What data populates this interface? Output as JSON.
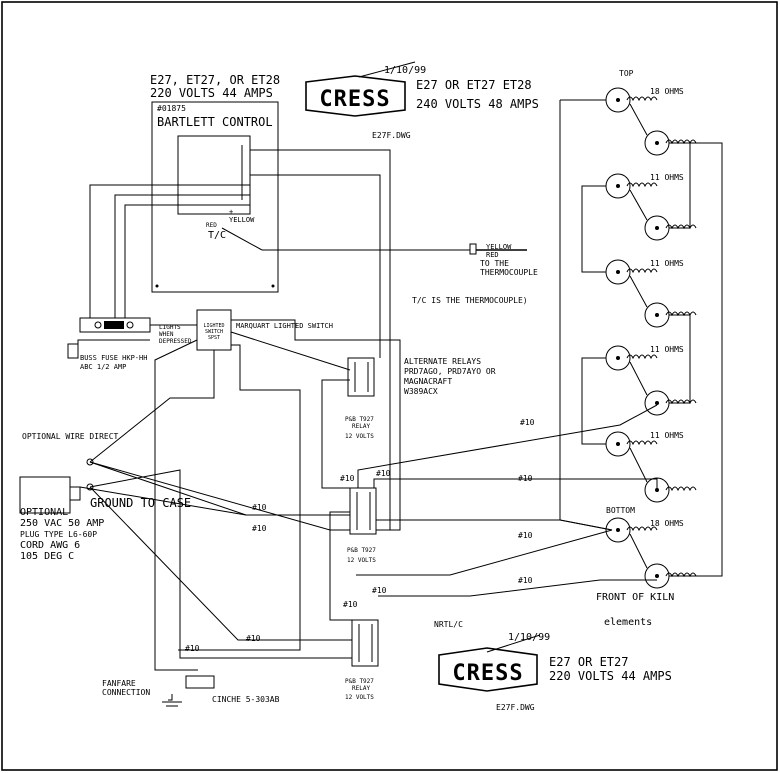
{
  "title_top": {
    "date": "1/10/99",
    "logo": "CRESS",
    "models": "E27 OR ET27 ET28",
    "rating": "240 VOLTS 48 AMPS",
    "file": "E27F.DWG"
  },
  "title_bottom": {
    "date": "1/10/99",
    "logo": "CRESS",
    "models": "E27 OR ET27",
    "rating": "220 VOLTS 44 AMPS",
    "file": "E27F.DWG",
    "nrtl": "NRTL/C"
  },
  "control": {
    "header1": "E27, ET27, OR ET28",
    "header2": "220 VOLTS 44 AMPS",
    "part": "#01875",
    "name": "BARTLETT CONTROL",
    "red": "RED",
    "yellow": "YELLOW",
    "plus": "+",
    "tc": "T/C"
  },
  "thermocouple": {
    "yellow": "YELLOW",
    "red": "RED",
    "to_the": "TO THE",
    "name": "THERMOCOUPLE",
    "note": "T/C IS THE THERMOCOUPLE)"
  },
  "switch": {
    "lights1": "LIGHTS",
    "lights2": "WHEN",
    "lights3": "DEPRESSED",
    "box1": "LIGHTED",
    "box2": "SWITCH",
    "box3": "SPST",
    "name": "MARQUART LIGHTED SWITCH"
  },
  "fuse": {
    "line1": "BUSS FUSE HKP-HH",
    "line2": "ABC 1/2 AMP"
  },
  "relays": {
    "alt1": "ALTERNATE RELAYS",
    "alt2": "PRD7AGO, PRD7AYO OR",
    "alt3": "MAGNACRAFT",
    "alt4": "W389ACX",
    "r_name": "P&B T927",
    "r_relay": "RELAY",
    "r_volts": "12 VOLTS"
  },
  "wires": {
    "gauge": "#10"
  },
  "power": {
    "optional_direct": "OPTIONAL WIRE DIRECT",
    "ground": "GROUND TO CASE",
    "optional": "OPTIONAL",
    "line1": "250 VAC 50 AMP",
    "line2": "PLUG TYPE L6-60P",
    "line3": "CORD AWG 6",
    "line4": "105 DEG C"
  },
  "fanfare": {
    "line1": "FANFARE",
    "line2": "CONNECTION",
    "cinche": "CINCHE 5-303AB"
  },
  "elements": {
    "top": "TOP",
    "bottom": "BOTTOM",
    "front": "FRONT OF KILN",
    "label": "elements",
    "ohms18": "18 OHMS",
    "ohms11": "11 OHMS"
  }
}
